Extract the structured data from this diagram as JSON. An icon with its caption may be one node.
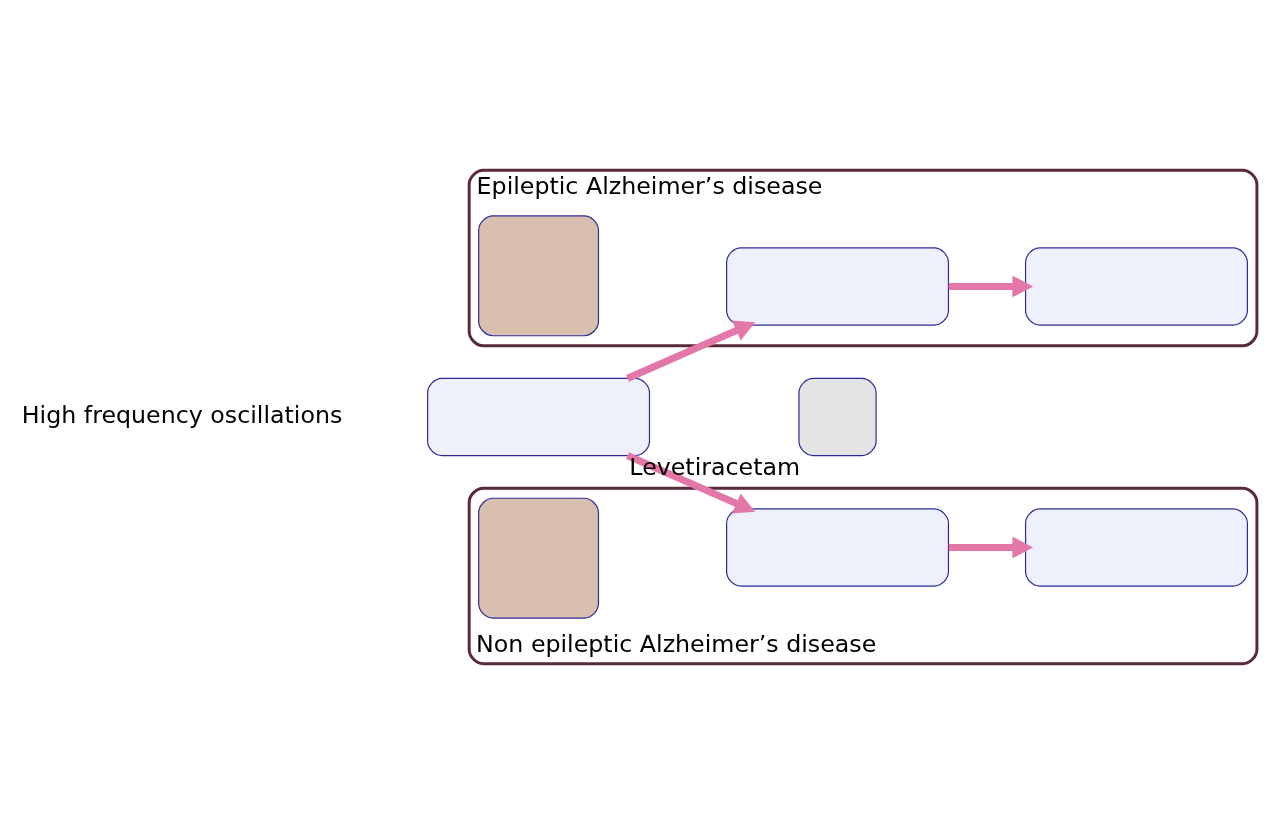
{
  "diagram": {
    "nodes": [
      {
        "text": [
          "Epileptic Alzheimer’s disease"
        ]
      },
      {
        "text": [],
        "shape": "box",
        "in": 0
      },
      {
        "text": [],
        "shape": "box",
        "in": 0
      },
      {
        "text": [],
        "shape": "box",
        "in": 0
      },
      {
        "text": [],
        "shape": "box",
        "beside": [
          "High frequency oscillations"
        ]
      },
      {
        "text": [],
        "shape": "box",
        "beside": [
          "Levetiracetam"
        ]
      },
      {
        "text": [
          "Non epileptic Alzheimer’s disease"
        ]
      },
      {
        "text": [],
        "shape": "box",
        "in": 6
      },
      {
        "text": [],
        "shape": "box",
        "in": 6
      },
      {
        "text": [],
        "shape": "box",
        "in": 6
      }
    ],
    "edges": [
      {
        "from": 4,
        "to": 2,
        "arrow": "to",
        "color": "#e377a8"
      },
      {
        "from": 4,
        "to": 8,
        "arrow": "to",
        "color": "#e377a8"
      },
      {
        "from": 2,
        "to": 3,
        "arrow": "to",
        "color": "#e377a8"
      },
      {
        "from": 8,
        "to": 9,
        "arrow": "to",
        "color": "#e377a8"
      }
    ]
  }
}
